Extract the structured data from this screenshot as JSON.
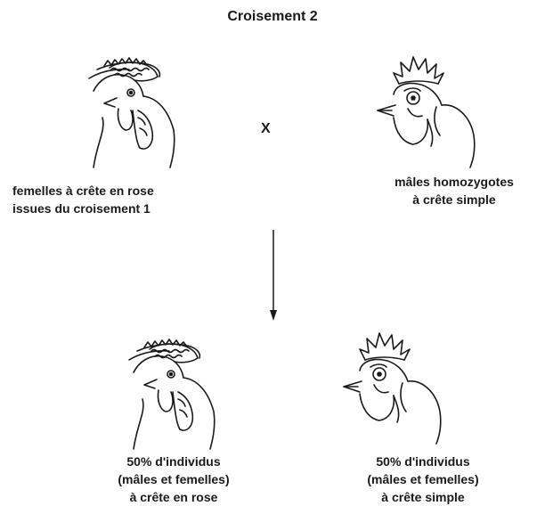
{
  "title": "Croisement 2",
  "cross_symbol": "X",
  "parents": {
    "female": {
      "line1": "femelles  à crête en rose",
      "line2": "issues  du croisement 1",
      "comb": "rose-comb-rooster-head-icon"
    },
    "male": {
      "line1": "mâles  homozygotes",
      "line2": "à crête simple",
      "comb": "single-comb-rooster-head-icon"
    }
  },
  "offspring": {
    "rose": {
      "line1": "50% d'individus",
      "line2": "(mâles et femelles)",
      "line3": "à crête en rose",
      "comb": "rose-comb-rooster-head-icon"
    },
    "simple": {
      "line1": "50% d'individus",
      "line2": "(mâles et femelles)",
      "line3": "à crête simple",
      "comb": "single-comb-rooster-head-icon"
    }
  }
}
